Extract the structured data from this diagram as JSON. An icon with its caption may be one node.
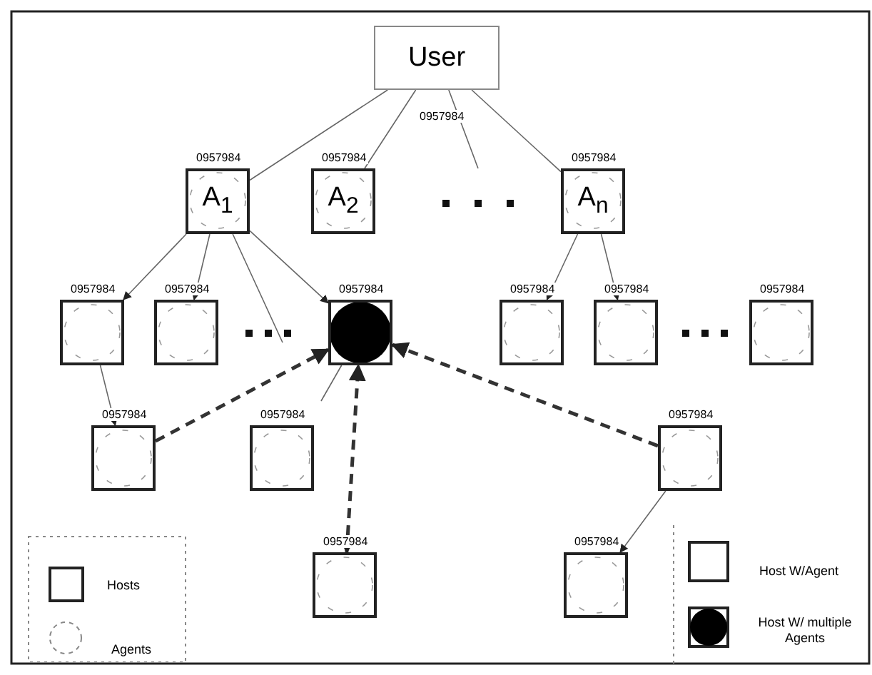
{
  "diagram": {
    "nodes": [
      {
        "text": [
          "User"
        ]
      },
      {
        "text": [
          "A$_{1}$"
        ],
        "beside": [
          "0957984"
        ]
      },
      {
        "text": [
          "A$_{2}$"
        ],
        "beside": [
          "0957984"
        ]
      },
      {
        "text": [
          "A$_{n}$"
        ],
        "beside": [
          "0957984"
        ]
      },
      {
        "text": [],
        "shape": "box",
        "beside": [
          "0957984"
        ]
      },
      {
        "text": [],
        "shape": "box",
        "beside": [
          "0957984"
        ]
      },
      {
        "text": [],
        "shape": "circle",
        "beside": [
          "0957984"
        ]
      },
      {
        "text": [],
        "shape": "box",
        "beside": [
          "0957984"
        ]
      },
      {
        "text": [],
        "shape": "box",
        "beside": [
          "0957984"
        ]
      },
      {
        "text": [],
        "shape": "box",
        "beside": [
          "0957984"
        ]
      },
      {
        "text": [],
        "shape": "box",
        "beside": [
          "0957984"
        ]
      },
      {
        "text": [],
        "shape": "box",
        "beside": [
          "0957984"
        ]
      },
      {
        "text": [],
        "shape": "box",
        "beside": [
          "0957984"
        ]
      },
      {
        "text": [],
        "shape": "box",
        "beside": [
          "0957984"
        ]
      },
      {
        "text": [],
        "shape": "box",
        "beside": [
          "0957984"
        ]
      }
    ],
    "edges": [
      {
        "from": 0,
        "to": 1,
        "arrow": "none"
      },
      {
        "from": 0,
        "to": 2,
        "arrow": "none"
      },
      {
        "from": 0,
        "to": null,
        "arrow": "none"
      },
      {
        "from": 0,
        "to": 3,
        "arrow": "none"
      },
      {
        "from": 1,
        "to": 4,
        "arrow": "to"
      },
      {
        "from": 1,
        "to": 5,
        "arrow": "to"
      },
      {
        "from": 1,
        "to": null,
        "arrow": "none"
      },
      {
        "from": 1,
        "to": 6,
        "arrow": "to"
      },
      {
        "from": 3,
        "to": 7,
        "arrow": "to"
      },
      {
        "from": 3,
        "to": 8,
        "arrow": "to"
      },
      {
        "from": 4,
        "to": 10,
        "arrow": "to"
      },
      {
        "from": 6,
        "to": null,
        "arrow": "none"
      },
      {
        "from": 10,
        "to": 6,
        "arrow": "to",
        "style": "dashed"
      },
      {
        "from": 13,
        "to": 6,
        "arrow": "both",
        "style": "dashed"
      },
      {
        "from": 12,
        "to": 6,
        "arrow": "to",
        "style": "dashed"
      },
      {
        "from": 12,
        "to": 14,
        "arrow": "to"
      }
    ],
    "labels": [
      "0957984"
    ],
    "legend": [
      {
        "text": "Hosts"
      },
      {
        "text": "Agents"
      },
      {
        "text": "Host W/Agent"
      },
      {
        "text": "Host W/ multiple Agents"
      }
    ]
  }
}
